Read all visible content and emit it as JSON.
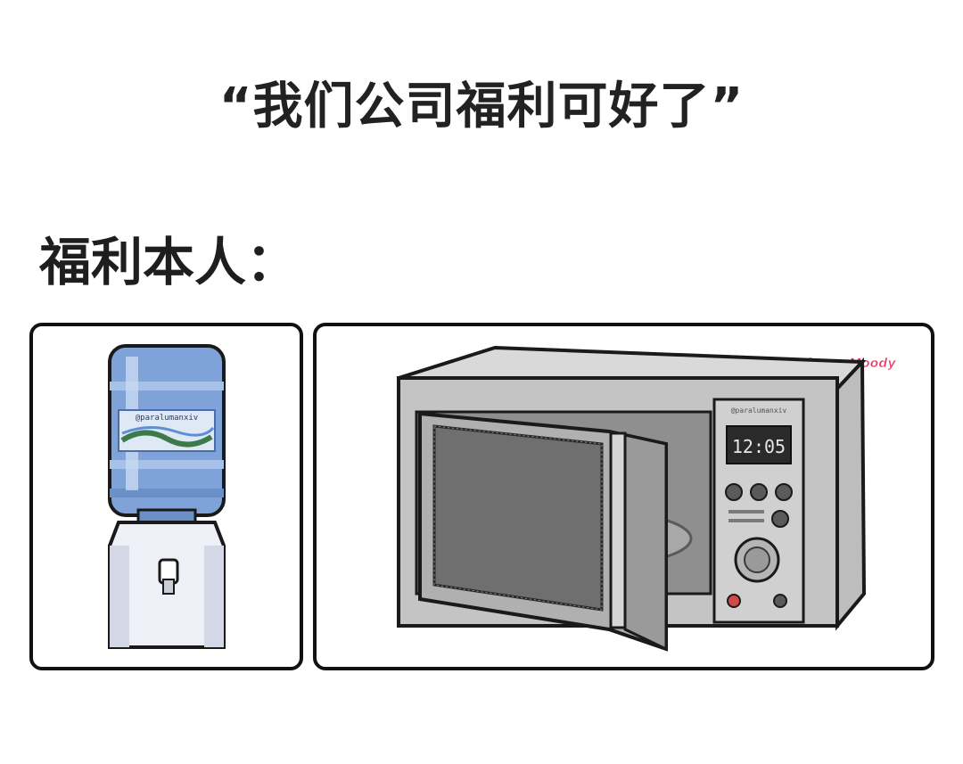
{
  "headline": "“我们公司福利可好了”",
  "subhead": "福利本人：",
  "left_panel": {
    "bottle_label": "@paralumanxiv",
    "icon": "water-dispenser-icon"
  },
  "right_panel": {
    "panel_label": "@paralumanxiv",
    "clock_display": "12:05",
    "watermark": "微博：ProfessorMoody",
    "icon": "microwave-icon"
  },
  "colors": {
    "bottle_blue": "#7fa3d8",
    "dispenser_white": "#eef0f7",
    "microwave_gray": "#b8b8b8",
    "watermark_pink": "#e8396b"
  }
}
